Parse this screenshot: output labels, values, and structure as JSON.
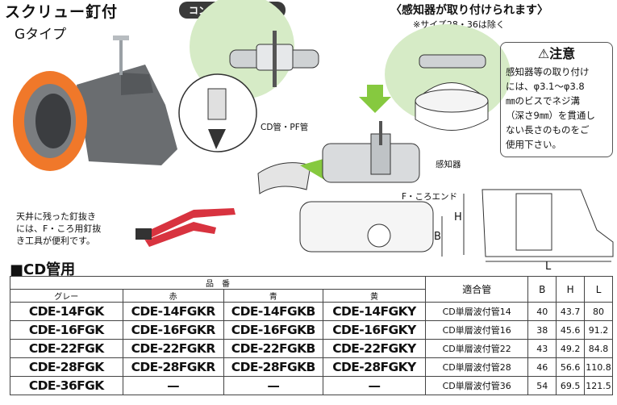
{
  "heading": {
    "title": "スクリュー釘付",
    "subtitle": "Gタイプ"
  },
  "concrete": {
    "label": "コンクリート打設後"
  },
  "sensor": {
    "title": "〈感知器が取り付けられます〉",
    "note": "※サイズ28・36は除く",
    "label": "感知器"
  },
  "caution": {
    "title": "注意",
    "body": [
      "感知器等の取り付け",
      "には、φ3.1～φ3.8",
      "㎜のビスでネジ溝",
      "（深さ9㎜）を貫通し",
      "ない長さのものをご",
      "使用下さい。"
    ]
  },
  "labels": {
    "cd_pf": "CD管・PF管",
    "f_end": "F・ころエンド",
    "B": "B",
    "H": "H",
    "L": "L"
  },
  "tip": [
    "天井に残った釘抜き",
    "には、F・ころ用釘抜",
    "き工具が便利です。"
  ],
  "section_title": "■CD管用",
  "table": {
    "group_header": "品　番",
    "color_headers": [
      "グレー",
      "赤",
      "青",
      "黄"
    ],
    "pipe_header": "適合管",
    "dim_headers": [
      "B",
      "H",
      "L"
    ],
    "rows": [
      {
        "codes": [
          "CDE-14FGK",
          "CDE-14FGKR",
          "CDE-14FGKB",
          "CDE-14FGKY"
        ],
        "pipe": "CD単層波付管14",
        "B": "40",
        "H": "43.7",
        "L": "80"
      },
      {
        "codes": [
          "CDE-16FGK",
          "CDE-16FGKR",
          "CDE-16FGKB",
          "CDE-16FGKY"
        ],
        "pipe": "CD単層波付管16",
        "B": "38",
        "H": "45.6",
        "L": "91.2"
      },
      {
        "codes": [
          "CDE-22FGK",
          "CDE-22FGKR",
          "CDE-22FGKB",
          "CDE-22FGKY"
        ],
        "pipe": "CD単層波付管22",
        "B": "43",
        "H": "49.2",
        "L": "84.8"
      },
      {
        "codes": [
          "CDE-28FGK",
          "CDE-28FGKR",
          "CDE-28FGKB",
          "CDE-28FGKY"
        ],
        "pipe": "CD単層波付管28",
        "B": "46",
        "H": "56.6",
        "L": "110.8"
      },
      {
        "codes": [
          "CDE-36FGK",
          "—",
          "—",
          "—"
        ],
        "pipe": "CD単層波付管36",
        "B": "54",
        "H": "69.5",
        "L": "121.5"
      }
    ]
  },
  "colors": {
    "orange": "#f0782a",
    "gray": "#6a6d70",
    "green": "#d6ebc6",
    "arrow_green": "#86c93f",
    "red_handle": "#d8333f"
  }
}
